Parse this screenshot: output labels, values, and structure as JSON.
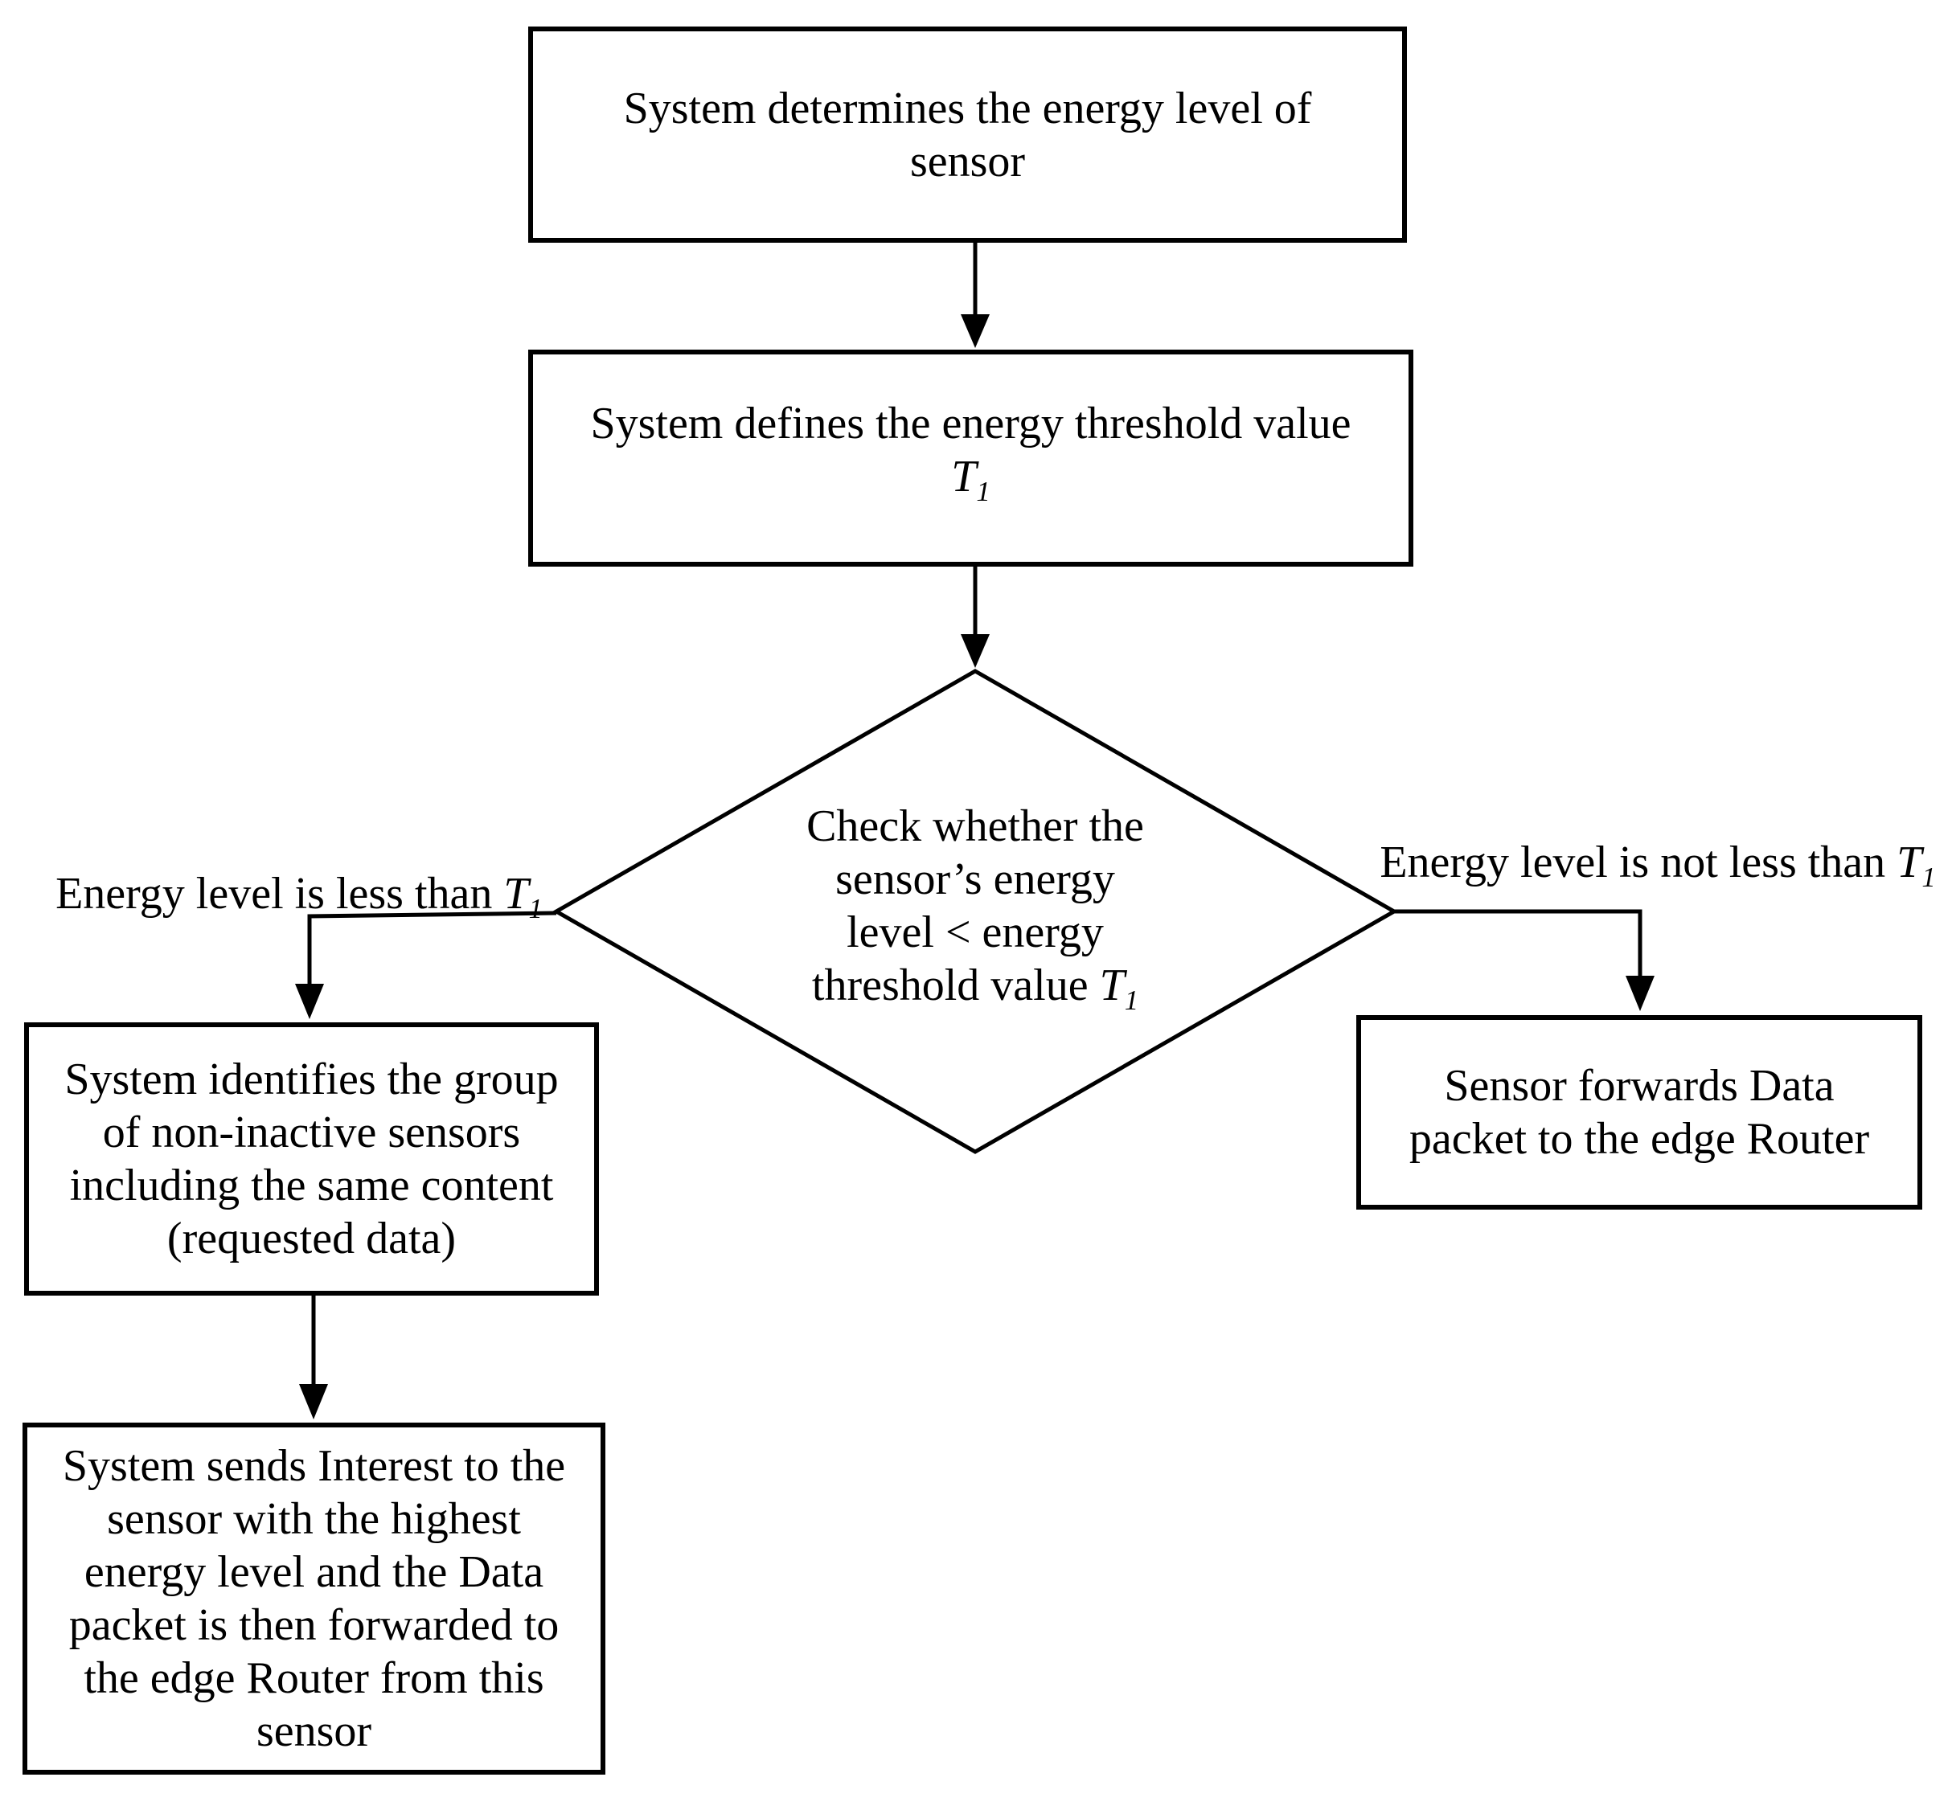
{
  "page": {
    "background": "#ffffff",
    "stroke": "#000000"
  },
  "symbols": {
    "t1": {
      "base": "T",
      "sub": "1"
    }
  },
  "nodes": {
    "determine_energy": {
      "lines": [
        "System determines the energy level of",
        "sensor"
      ]
    },
    "define_threshold": {
      "line1": "System defines the energy threshold value"
    },
    "decision": {
      "lines": [
        "Check whether the",
        "sensor’s energy",
        "level < energy"
      ],
      "last_line_prefix": "threshold value "
    },
    "identify_group": {
      "lines": [
        "System identifies the group",
        "of non-inactive sensors",
        "including the same content",
        "(requested data)"
      ]
    },
    "send_interest": {
      "lines": [
        "System sends Interest to the",
        "sensor with the highest",
        "energy level and the Data",
        "packet is then forwarded to",
        "the edge Router from this",
        "sensor"
      ]
    },
    "forward_packet": {
      "lines": [
        "Sensor forwards Data",
        "packet to the edge Router"
      ]
    }
  },
  "edges": {
    "yes_label_prefix": "Energy level is less than ",
    "no_label_prefix": "Energy level is not less than "
  }
}
